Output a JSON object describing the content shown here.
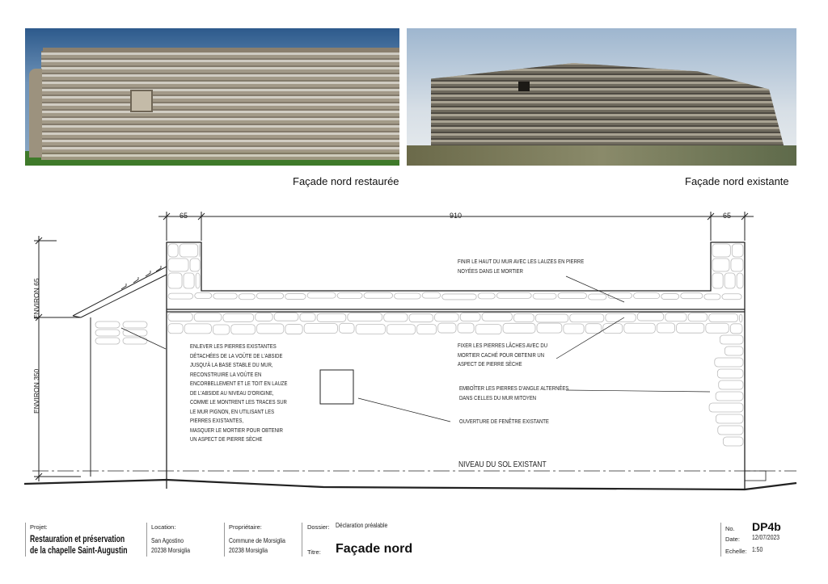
{
  "photos": {
    "restored_caption": "Façade nord restaurée",
    "existing_caption": "Façade nord existante"
  },
  "dimensions": {
    "left": "65",
    "center": "910",
    "right": "65",
    "top_height": "ENVIRON 65",
    "wall_height": "ENVIRON 350"
  },
  "notes": {
    "top": [
      "FINIR LE HAUT DU MUR AVEC LES LAUZES EN PIERRE",
      "NOYÉES DANS LE MORTIER"
    ],
    "loose": [
      "FIXER LES PIERRES LÂCHES AVEC DU",
      "MORTIER CACHÉ POUR OBTENIR UN",
      "ASPECT DE PIERRE SÈCHE"
    ],
    "corner": [
      "EMBOÎTER LES PIERRES D'ANGLE ALTERNÉES",
      "DANS CELLES DU MUR MITOYEN"
    ],
    "window": [
      "OUVERTURE DE FENÊTRE EXISTANTE"
    ],
    "apse": [
      "ENLEVER LES PIERRES EXISTANTES",
      "DÉTACHÉES DE LA VOÛTE DE L'ABSIDE",
      "JUSQU'À LA BASE STABLE DU MUR,",
      "RECONSTRUIRE LA VOÛTE EN",
      "ENCORBELLEMENT ET LE TOIT EN LAUZE",
      "DE L'ABSIDE AU NIVEAU D'ORIGINE,",
      "COMME LE MONTRENT LES TRACES SUR",
      "LE MUR PIGNON, EN UTILISANT LES",
      "PIERRES EXISTANTES,",
      "MASQUER LE MORTIER POUR OBTENIR",
      "UN ASPECT DE PIERRE SÈCHE"
    ],
    "ground": "NIVEAU DU SOL EXISTANT"
  },
  "titleblock": {
    "project_label": "Projet:",
    "project": [
      "Restauration et préservation",
      "de la chapelle Saint-Augustin"
    ],
    "location_label": "Location:",
    "location": [
      "San Agostino",
      "20238 Morsiglia"
    ],
    "owner_label": "Propriétaire:",
    "owner": [
      "Commune de Morsiglia",
      "20238 Morsiglia"
    ],
    "dossier_label": "Dossier:",
    "dossier": "Déclaration préalable",
    "title_label": "Titre:",
    "title": "Façade nord",
    "no_label": "No.",
    "no": "DP4b",
    "date_label": "Date:",
    "date": "12/07/2023",
    "scale_label": "Echelle:",
    "scale": "1:50"
  }
}
